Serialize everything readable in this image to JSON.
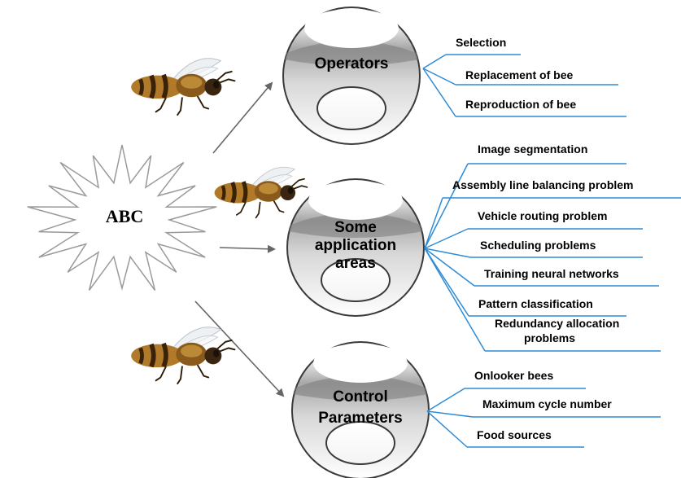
{
  "root": {
    "label": "ABC"
  },
  "branches": [
    {
      "id": "operators",
      "label_lines": [
        "Operators"
      ],
      "leaves": [
        "Selection",
        "Replacement of bee",
        "Reproduction of bee"
      ]
    },
    {
      "id": "application",
      "label_lines": [
        "Some",
        "application",
        "areas"
      ],
      "leaves": [
        "Image segmentation",
        "Assembly line balancing problem",
        "Vehicle routing problem",
        "Scheduling problems",
        "Training neural networks",
        "Pattern classification",
        "Redundancy allocation problems"
      ]
    },
    {
      "id": "control",
      "label_lines": [
        "Control",
        "Parameters"
      ],
      "leaves": [
        "Onlooker bees",
        "Maximum cycle number",
        "Food sources"
      ]
    }
  ],
  "colors": {
    "bracket": "#2e8bd6",
    "arrow": "#666666",
    "sphere_dark": "#7a7a7a",
    "sphere_light": "#ffffff",
    "bee_body": "#b07a2a",
    "bee_stripe": "#3a2208"
  },
  "icons": [
    "honeybee-icon",
    "honeybee-icon",
    "honeybee-icon"
  ]
}
